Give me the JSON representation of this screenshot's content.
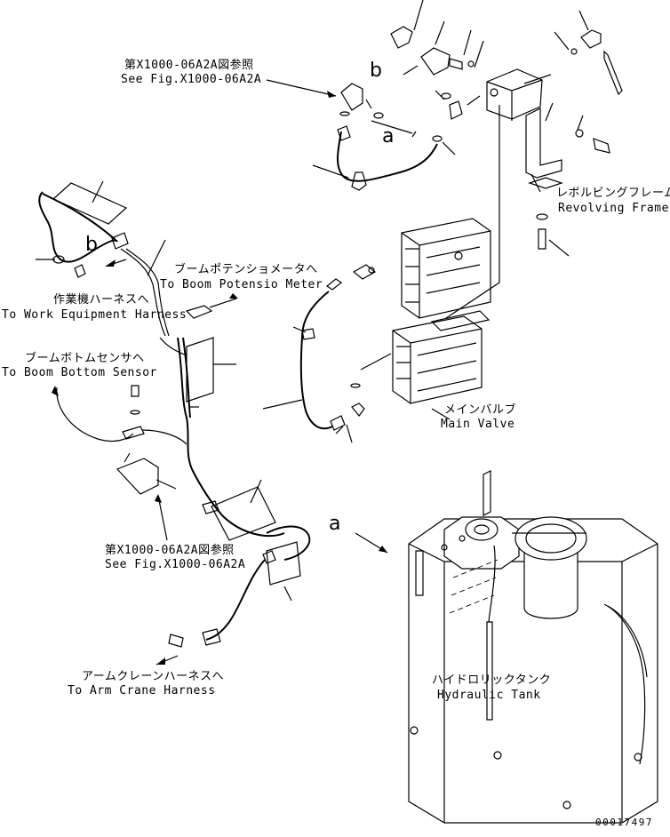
{
  "labels": {
    "ref_top_jp": "第X1000-06A2A図参照",
    "ref_top_en": "See Fig.X1000-06A2A",
    "ref_bottom_jp": "第X1000-06A2A図参照",
    "ref_bottom_en": "See Fig.X1000-06A2A",
    "revolving_jp": "レボルビングフレーム",
    "revolving_en": "Revolving Frame",
    "boom_pot_jp": "ブームポテンショメータへ",
    "boom_pot_en": "To Boom Potensio Meter",
    "work_equip_jp": "作業機ハーネスへ",
    "work_equip_en": "To Work Equipment Harness",
    "boom_bottom_jp": "ブームボトムセンサへ",
    "boom_bottom_en": "To Boom Bottom Sensor",
    "main_valve_jp": "メインバルブ",
    "main_valve_en": "Main Valve",
    "arm_crane_jp": "アームクレーンハーネスへ",
    "arm_crane_en": "To Arm Crane Harness",
    "hyd_tank_jp": "ハイドロリックタンク",
    "hyd_tank_en": "Hydraulic Tank",
    "mark_a_top": "a",
    "mark_b_top": "b",
    "mark_b_left": "b",
    "mark_a_mid": "a",
    "drawing_no": "00017497"
  }
}
